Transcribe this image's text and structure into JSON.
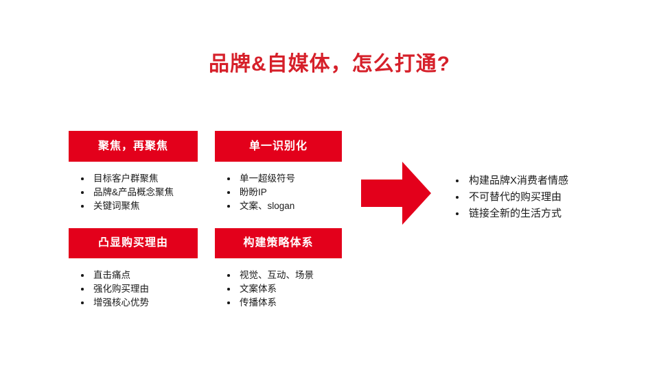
{
  "slide": {
    "title": "品牌&自媒体，怎么打通?",
    "title_color": "#D6202A",
    "accent_color": "#E3001B",
    "background_color": "#FFFFFF",
    "text_color": "#1A1A1A"
  },
  "panels": [
    {
      "header": "聚焦，再聚焦",
      "bullets": [
        "目标客户群聚焦",
        "品牌&产品概念聚焦",
        "关键词聚焦"
      ]
    },
    {
      "header": "单一识别化",
      "bullets": [
        "单一超级符号",
        "盼盼IP",
        "文案、slogan"
      ]
    },
    {
      "header": "凸显购买理由",
      "bullets": [
        "直击痛点",
        "强化购买理由",
        "增强核心优势"
      ]
    },
    {
      "header": "构建策略体系",
      "bullets": [
        "视觉、互动、场景",
        "文案体系",
        "传播体系"
      ]
    }
  ],
  "connector": {
    "icon": "right-arrow-icon",
    "color": "#E3001B",
    "direction": "right"
  },
  "outcome": {
    "bullets": [
      "构建品牌X消费者情感",
      "不可替代的购买理由",
      "链接全新的生活方式"
    ]
  }
}
